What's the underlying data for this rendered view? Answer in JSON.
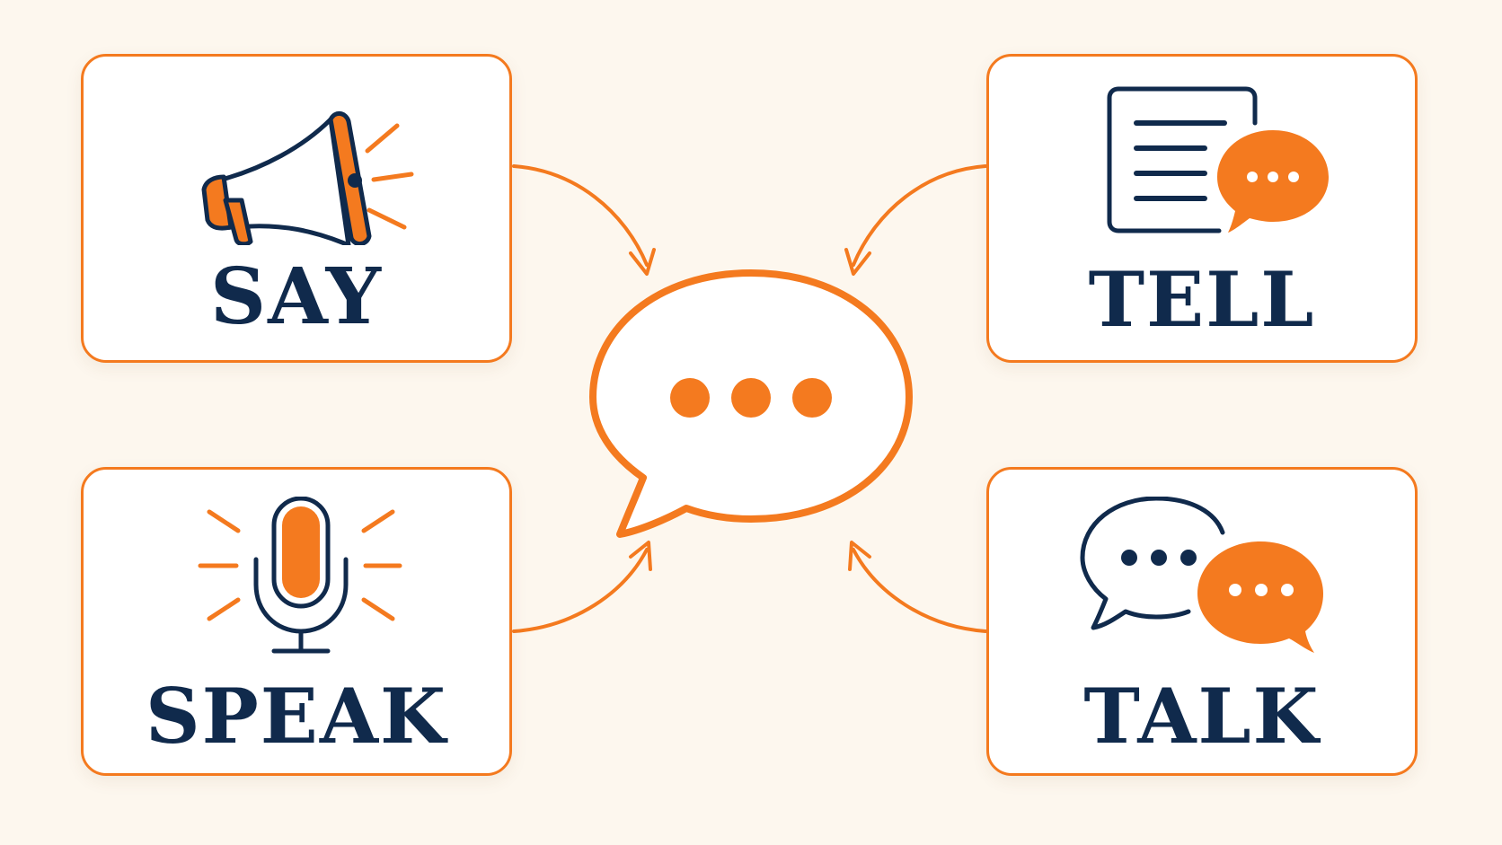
{
  "colors": {
    "accent": "#f47a1f",
    "ink": "#102a4c",
    "background": "#fdf7ee",
    "card": "#ffffff"
  },
  "center": {
    "icon": "speech-bubble-ellipsis-icon"
  },
  "cards": [
    {
      "id": "say",
      "word": "SAY",
      "icon": "megaphone-icon"
    },
    {
      "id": "tell",
      "word": "TELL",
      "icon": "document-with-speech-bubble-icon"
    },
    {
      "id": "speak",
      "word": "SPEAK",
      "icon": "microphone-icon"
    },
    {
      "id": "talk",
      "word": "TALK",
      "icon": "two-speech-bubbles-icon"
    }
  ]
}
